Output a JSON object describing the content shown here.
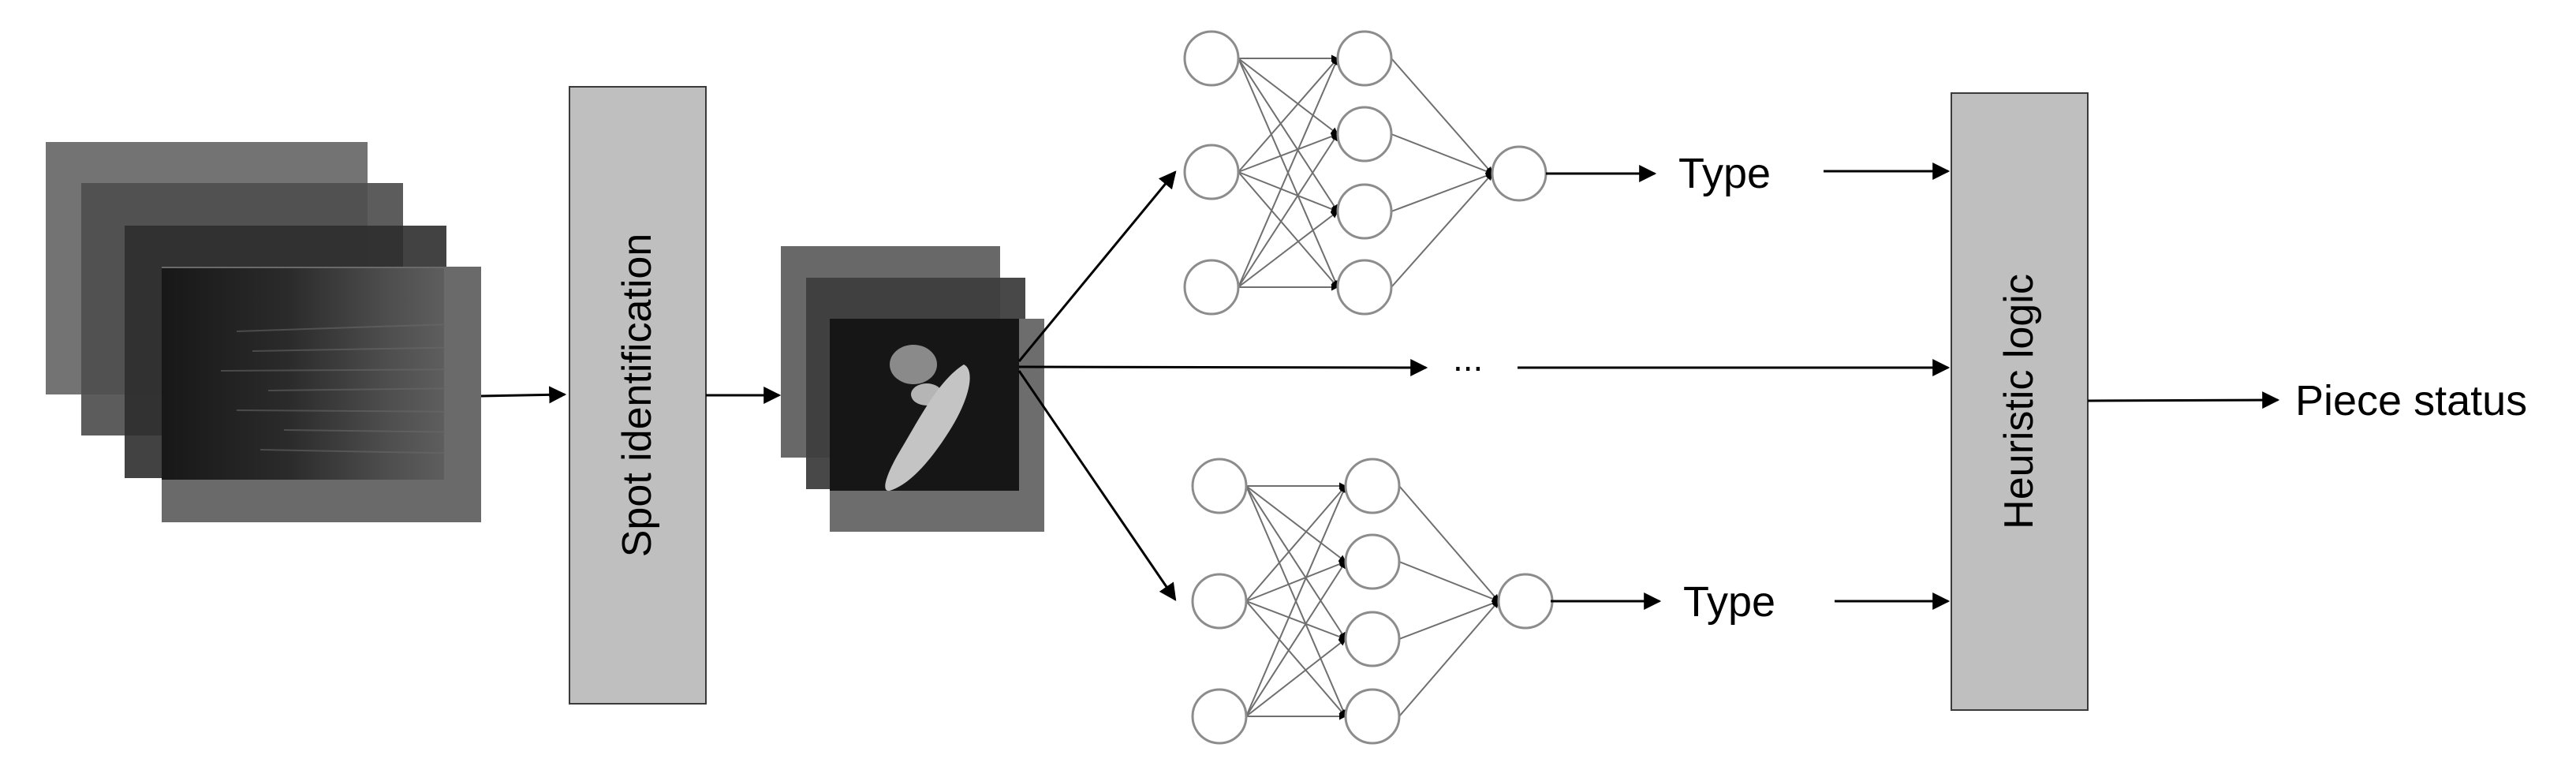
{
  "labels": {
    "spot_identification": "Spot identification",
    "type_top": "Type",
    "ellipsis": "...",
    "type_bottom": "Type",
    "heuristic_logic": "Heuristic logic",
    "piece_status": "Piece status"
  },
  "colors": {
    "box_fill": "#bfbfbf",
    "frame_fill": "#6e6e6e",
    "dark_image": "#161616",
    "stroke": "#000000",
    "node_stroke": "#8c8c8c"
  },
  "networks": {
    "layer_sizes": [
      3,
      4,
      1
    ]
  }
}
